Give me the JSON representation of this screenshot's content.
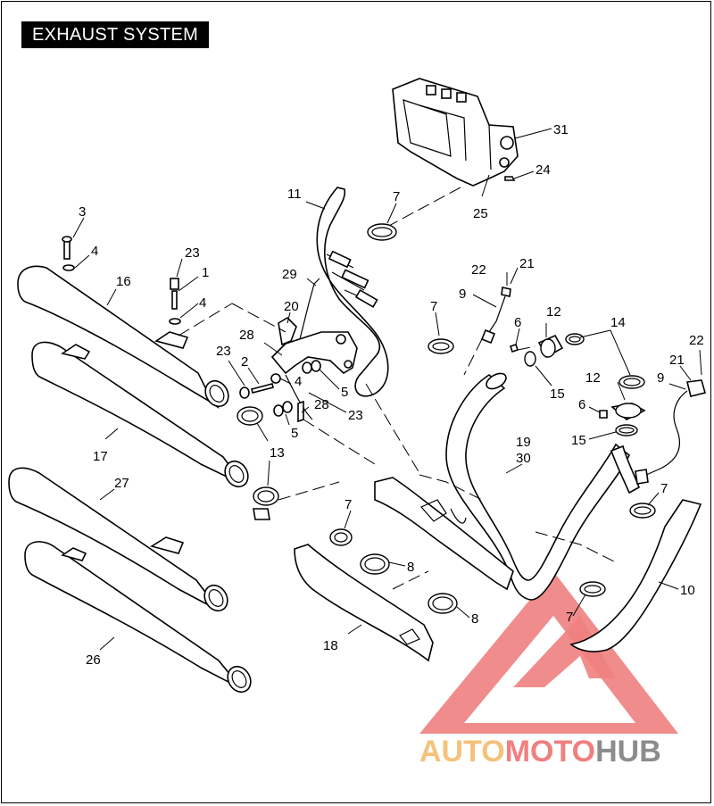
{
  "title": "EXHAUST SYSTEM",
  "watermark": {
    "part1": "AUTO",
    "part2": "MOTO",
    "part3": "HUB",
    "colors": {
      "auto": "#f4c27a",
      "moto": "#f08080",
      "hub": "#8c8c8c",
      "triangle": "#f08080"
    }
  },
  "callouts": {
    "c31": "31",
    "c24": "24",
    "c25": "25",
    "c11": "11",
    "c7a": "7",
    "c3": "3",
    "c4a": "4",
    "c23a": "23",
    "c1": "1",
    "c4b": "4",
    "c16": "16",
    "c29": "29",
    "c20": "20",
    "c28a": "28",
    "c23b": "23",
    "c2": "2",
    "c4c": "4",
    "c5a": "5",
    "c28b": "28",
    "c23c": "23",
    "c5b": "5",
    "c13": "13",
    "c17": "17",
    "c22a": "22",
    "c21a": "21",
    "c9a": "9",
    "c7b": "7",
    "c6a": "6",
    "c12a": "12",
    "c14": "14",
    "c15a": "15",
    "c12b": "12",
    "c6b": "6",
    "c15b": "15",
    "c22b": "22",
    "c21b": "21",
    "c9b": "9",
    "c19": "19",
    "c30": "30",
    "c27": "27",
    "c7c": "7",
    "c8a": "8",
    "c8b": "8",
    "c7d": "7",
    "c7e": "7",
    "c10": "10",
    "c18": "18",
    "c26": "26"
  }
}
